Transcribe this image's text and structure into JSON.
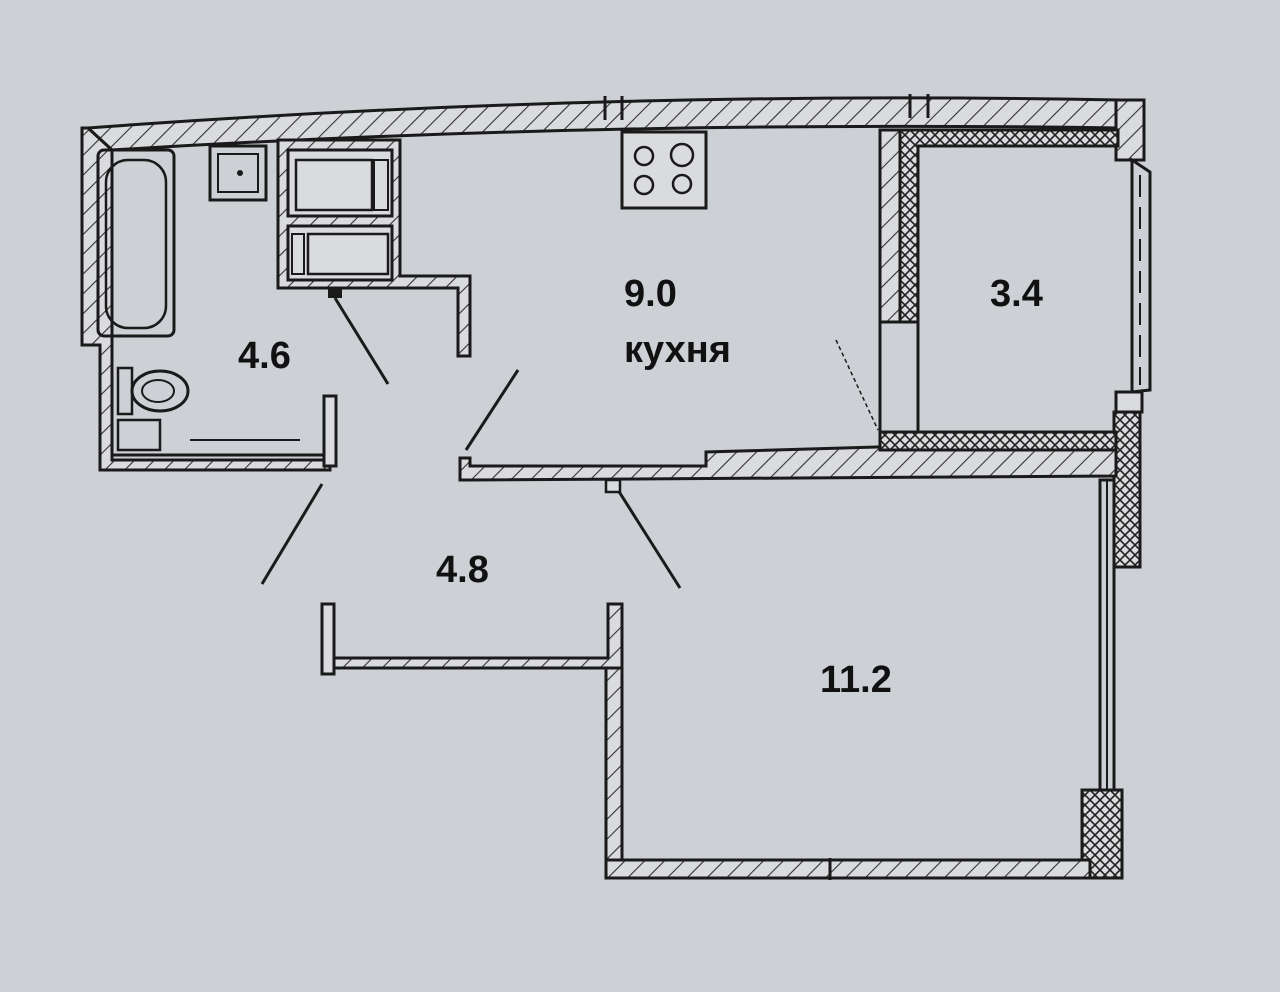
{
  "rooms": {
    "bathroom": {
      "area": "4.6"
    },
    "kitchen": {
      "area": "9.0",
      "name": "кухня"
    },
    "storage": {
      "area": "3.4"
    },
    "hallway": {
      "area": "4.8"
    },
    "living": {
      "area": "11.2"
    }
  },
  "colors": {
    "paper": "#cdd0d4",
    "wall_fill": "#d9dbde",
    "line": "#1a1a1a"
  }
}
